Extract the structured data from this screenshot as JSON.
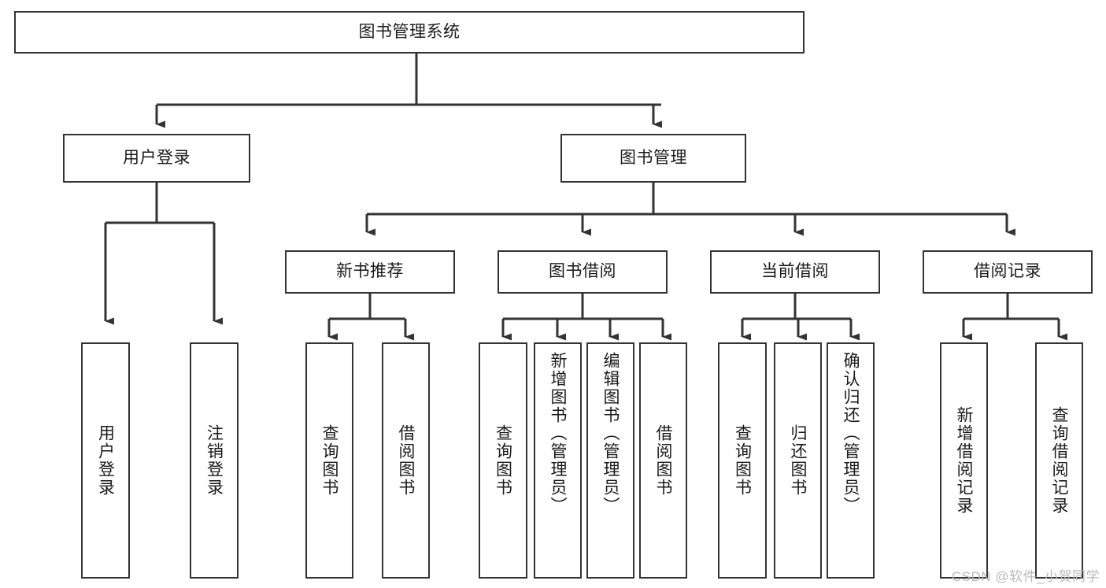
{
  "diagram": {
    "title": "图书管理系统",
    "type": "tree-hierarchy-diagram",
    "colors": {
      "box_border": "#333333",
      "box_fill": "#ffffff",
      "connector": "#333333",
      "text": "#1a1a1a",
      "watermark": "#b9b9b9",
      "background": "#ffffff"
    },
    "root": {
      "label": "图书管理系统"
    },
    "level2": [
      {
        "label": "用户登录"
      },
      {
        "label": "图书管理"
      }
    ],
    "level3": [
      {
        "label": "新书推荐"
      },
      {
        "label": "图书借阅"
      },
      {
        "label": "当前借阅"
      },
      {
        "label": "借阅记录"
      }
    ],
    "leaves_user_login": [
      {
        "label": "用户登录"
      },
      {
        "label": "注销登录"
      }
    ],
    "leaves_new_book": [
      {
        "label": "查询图书"
      },
      {
        "label": "借阅图书"
      }
    ],
    "leaves_borrow": [
      {
        "label": "查询图书"
      },
      {
        "label": "新增图书（管理员）"
      },
      {
        "label": "编辑图书（管理员）"
      },
      {
        "label": "借阅图书"
      }
    ],
    "leaves_current": [
      {
        "label": "查询图书"
      },
      {
        "label": "归还图书"
      },
      {
        "label": "确认归还（管理员）"
      }
    ],
    "leaves_records": [
      {
        "label": "新增借阅记录"
      },
      {
        "label": "查询借阅记录"
      }
    ]
  },
  "watermark": {
    "text": "CSDN @软件_小贺同学"
  }
}
